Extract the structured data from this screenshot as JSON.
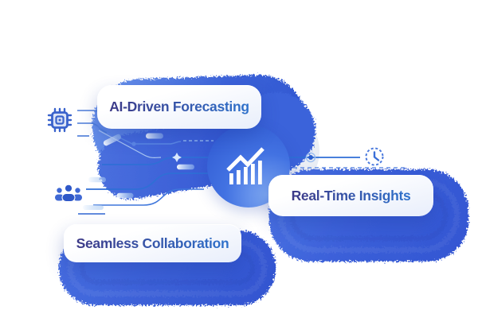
{
  "illustration": {
    "title": "feature highlight graphic",
    "feature_cards": [
      {
        "label": "AI-Driven Forecasting"
      },
      {
        "label": "Real-Time Insights"
      },
      {
        "label": "Seamless Collaboration"
      }
    ],
    "center_badge": {
      "icon": "growth-chart-icon"
    },
    "decor_icons": [
      {
        "name": "cpu-chip-icon"
      },
      {
        "name": "team-icon"
      },
      {
        "name": "clock-icon"
      }
    ],
    "colors": {
      "background": "#ffffff",
      "blob_blue": "#3a5ed6",
      "blob_blue_light": "#6f98ec",
      "blob_blue_dark": "#2e54cf",
      "circuit_line": "#2f6fd6",
      "card_bg_top": "#ffffff",
      "card_bg_bottom": "#e8eefb",
      "label_gradient_start": "#3d3a88",
      "label_gradient_end": "#2f72cc",
      "halo_gray": "#edf0f5",
      "icon_white": "#ffffff"
    }
  }
}
